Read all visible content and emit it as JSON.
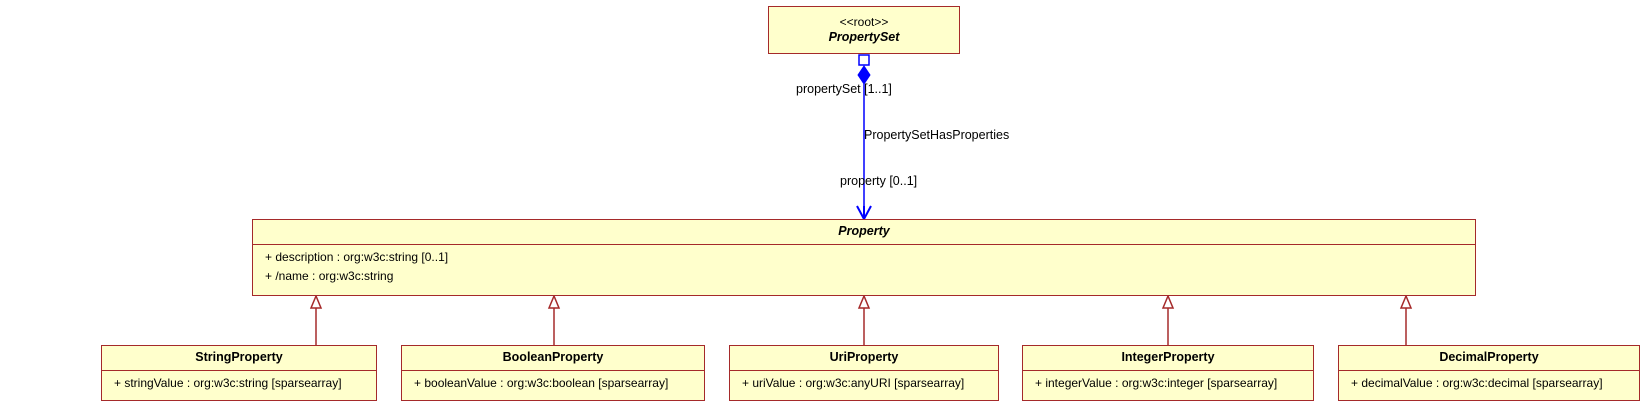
{
  "diagram": {
    "root": {
      "stereotype": "<<root>>",
      "name": "PropertySet"
    },
    "association": {
      "name": "PropertySetHasProperties",
      "source_role": "propertySet [1..1]",
      "target_role": "property [0..1]"
    },
    "base": {
      "name": "Property",
      "attributes": [
        "+ description : org:w3c:string [0..1]",
        "+ /name : org:w3c:string"
      ]
    },
    "subclasses": [
      {
        "name": "StringProperty",
        "attribute": "+ stringValue : org:w3c:string [sparsearray]"
      },
      {
        "name": "BooleanProperty",
        "attribute": "+ booleanValue : org:w3c:boolean [sparsearray]"
      },
      {
        "name": "UriProperty",
        "attribute": "+ uriValue : org:w3c:anyURI [sparsearray]"
      },
      {
        "name": "IntegerProperty",
        "attribute": "+ integerValue : org:w3c:integer [sparsearray]"
      },
      {
        "name": "DecimalProperty",
        "attribute": "+ decimalValue : org:w3c:decimal [sparsearray]"
      }
    ],
    "colors": {
      "class_fill": "#ffffcc",
      "class_border": "#a52a2a",
      "association": "#0000ff",
      "generalization": "#a52a2a"
    }
  }
}
